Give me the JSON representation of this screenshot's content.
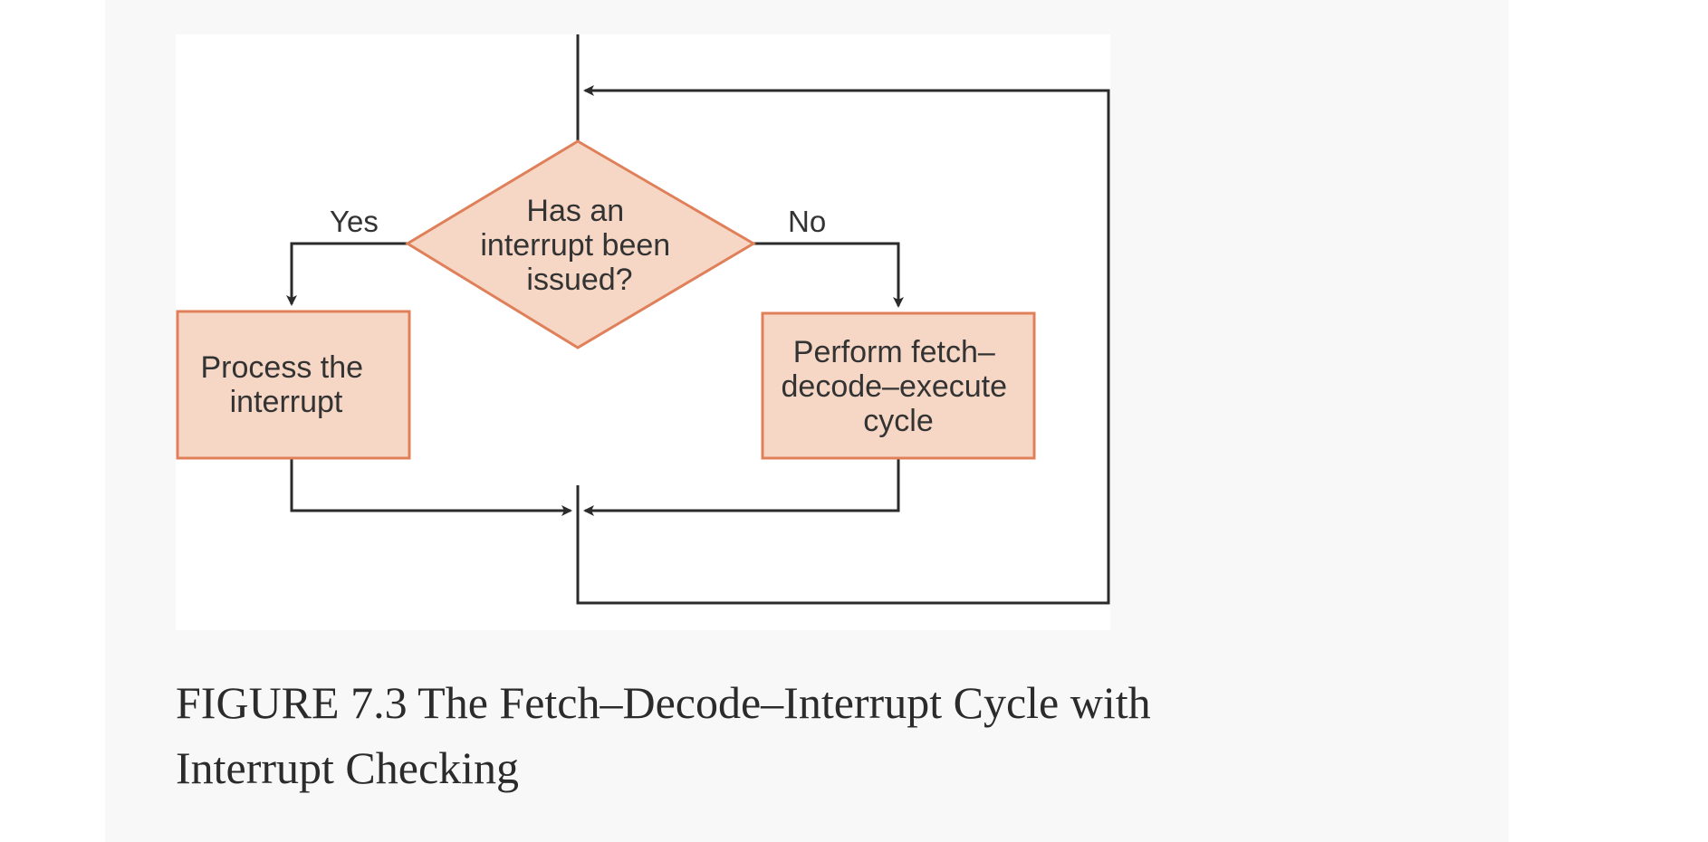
{
  "diagram": {
    "decision": {
      "lines": [
        "Has an",
        "interrupt been",
        "issued?"
      ]
    },
    "process_left": {
      "lines": [
        "Process the",
        "interrupt"
      ]
    },
    "process_right": {
      "lines": [
        "Perform fetch–",
        "decode–execute",
        "cycle"
      ]
    },
    "yes_label": "Yes",
    "no_label": "No",
    "colors": {
      "node_fill": "#f6d7c5",
      "node_stroke": "#e0805a",
      "line": "#2b2b2b"
    }
  },
  "caption": {
    "text": "FIGURE 7.3 The Fetch–Decode–Interrupt Cycle with Interrupt Checking"
  }
}
